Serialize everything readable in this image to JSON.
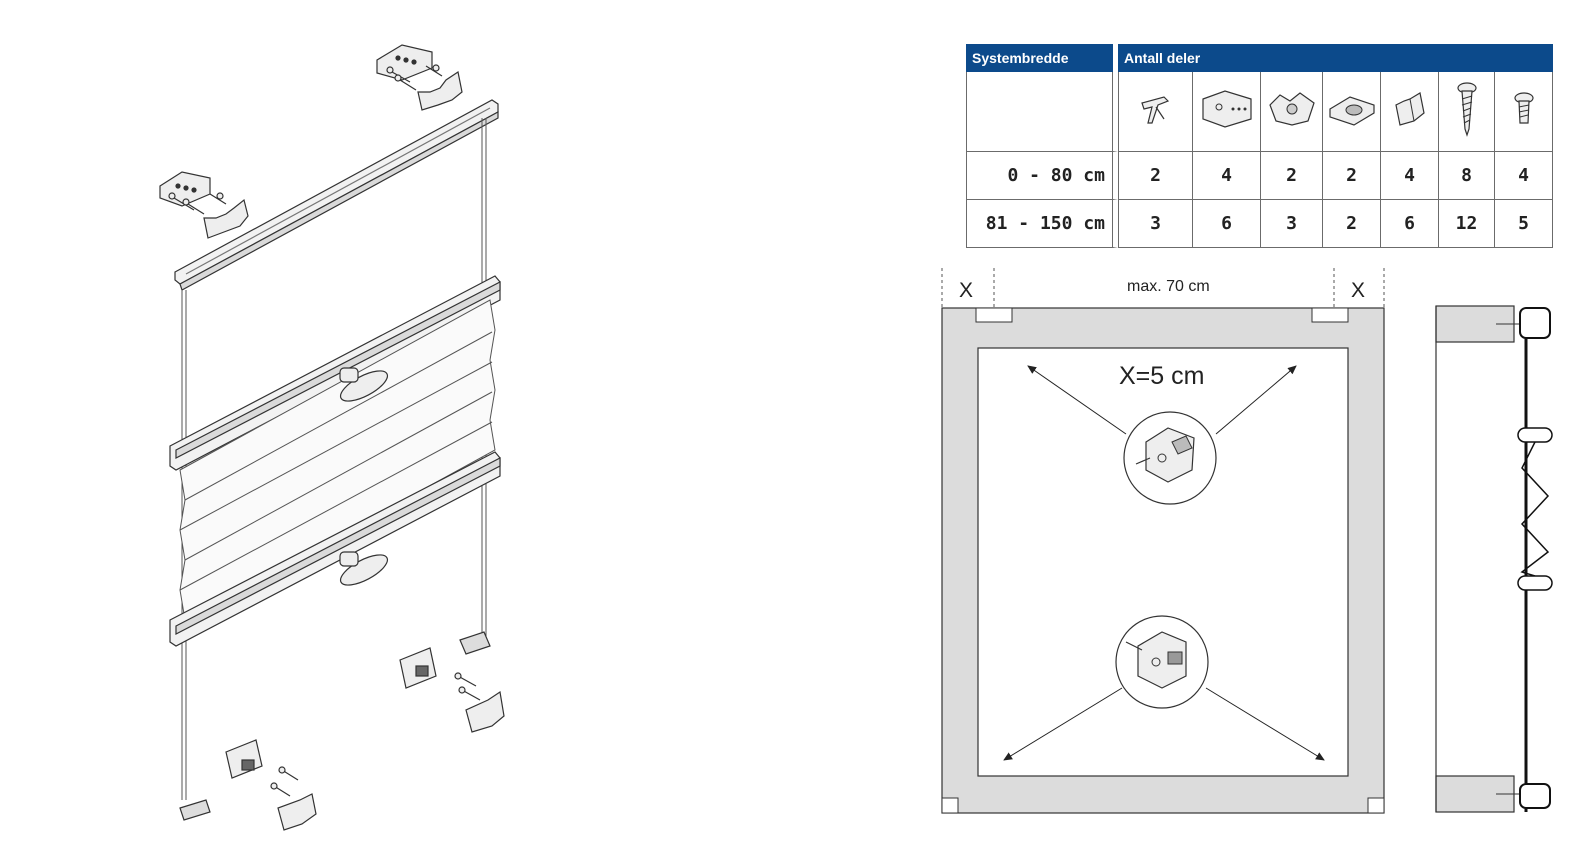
{
  "table": {
    "header_left": "Systembredde",
    "header_right": "Antall deler",
    "part_icons": [
      "bracket-clip-icon",
      "mounting-plate-icon",
      "spring-clip-icon",
      "cord-clip-icon",
      "end-cap-icon",
      "wood-screw-icon",
      "machine-screw-icon"
    ],
    "rows": [
      {
        "label": "0 - 80 cm",
        "values": [
          "2",
          "4",
          "2",
          "2",
          "4",
          "8",
          "4"
        ]
      },
      {
        "label": "81 - 150 cm",
        "values": [
          "3",
          "6",
          "3",
          "2",
          "6",
          "12",
          "5"
        ]
      }
    ]
  },
  "diagram": {
    "x_left": "X",
    "x_right": "X",
    "max_width_label": "max. 70 cm",
    "x_value_label": "X=5 cm"
  },
  "colors": {
    "header_blue": "#0c4a8b",
    "frame_gray": "#dcdcdc",
    "line": "#333333"
  }
}
